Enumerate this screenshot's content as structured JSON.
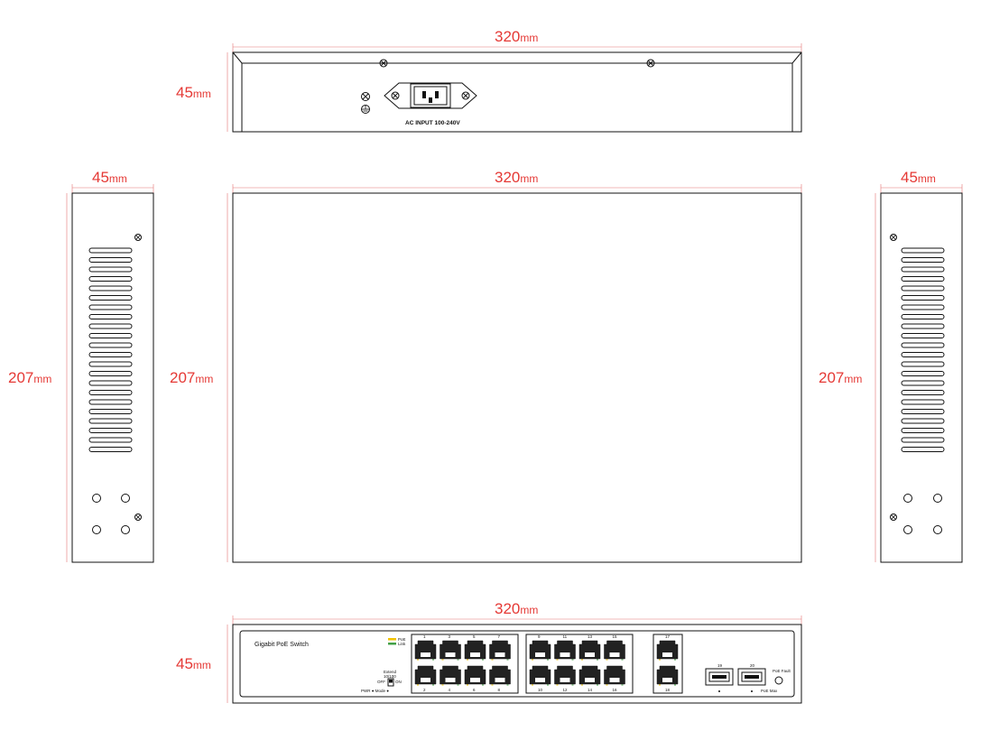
{
  "dimensions": {
    "rear_width": "320",
    "rear_height": "45",
    "top_width": "320",
    "top_depth": "207",
    "left_width": "45",
    "left_depth": "207",
    "right_width": "45",
    "right_depth": "207",
    "front_width": "320",
    "front_height": "45",
    "unit": "mm"
  },
  "rear_panel": {
    "power_label": "AC INPUT 100-240V"
  },
  "front_panel": {
    "brand_label": "Gigabit PoE Switch",
    "led_legend": [
      "PoE",
      "Link"
    ],
    "switch_label_top": "Extend",
    "switch_label_mid": "10/100",
    "switch_off": "OFF",
    "switch_on": "ON",
    "status_labels": "PWR  ●  Mode ●",
    "group1_top": [
      "1",
      "3",
      "5",
      "7"
    ],
    "group1_bottom": [
      "2",
      "4",
      "6",
      "8"
    ],
    "group2_top": [
      "9",
      "11",
      "13",
      "15"
    ],
    "group2_bottom": [
      "10",
      "12",
      "14",
      "16"
    ],
    "uplink_top": "17",
    "uplink_bottom": "18",
    "sfp_labels": [
      "19",
      "20"
    ],
    "poe_fault": "PoE Fault",
    "poe_max": "PoE Max"
  },
  "colors": {
    "dimension": "#e53935",
    "led_poe": "#f2c200",
    "led_link": "#43a047",
    "outline": "#111111"
  }
}
